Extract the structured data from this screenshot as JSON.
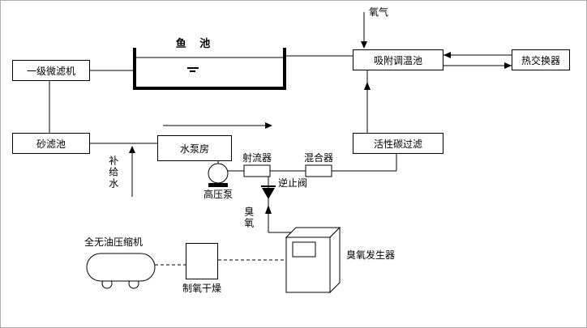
{
  "diagram": {
    "boxes": {
      "micro_filter": "一级微滤机",
      "adsorption_pool": "吸附调温池",
      "heat_exchanger": "热交换器",
      "sand_filter": "砂滤池",
      "pump_house": "水泵房",
      "carbon_filter": "活性碳过滤"
    },
    "labels": {
      "oxygen": "氧气",
      "fish_pond": "鱼 池",
      "makeup_water": "补给水",
      "high_pressure_pump": "高压泵",
      "jet_ejector": "射流器",
      "mixer": "混合器",
      "check_valve": "逆止阀",
      "ozone": "臭氧",
      "ozone_generator": "臭氧发生器",
      "oil_free_compressor": "全无油压缩机",
      "oxygen_drying": "制氧干燥"
    },
    "colors": {
      "line": "#000000",
      "background": "#ffffff",
      "box_border": "#000000"
    }
  }
}
